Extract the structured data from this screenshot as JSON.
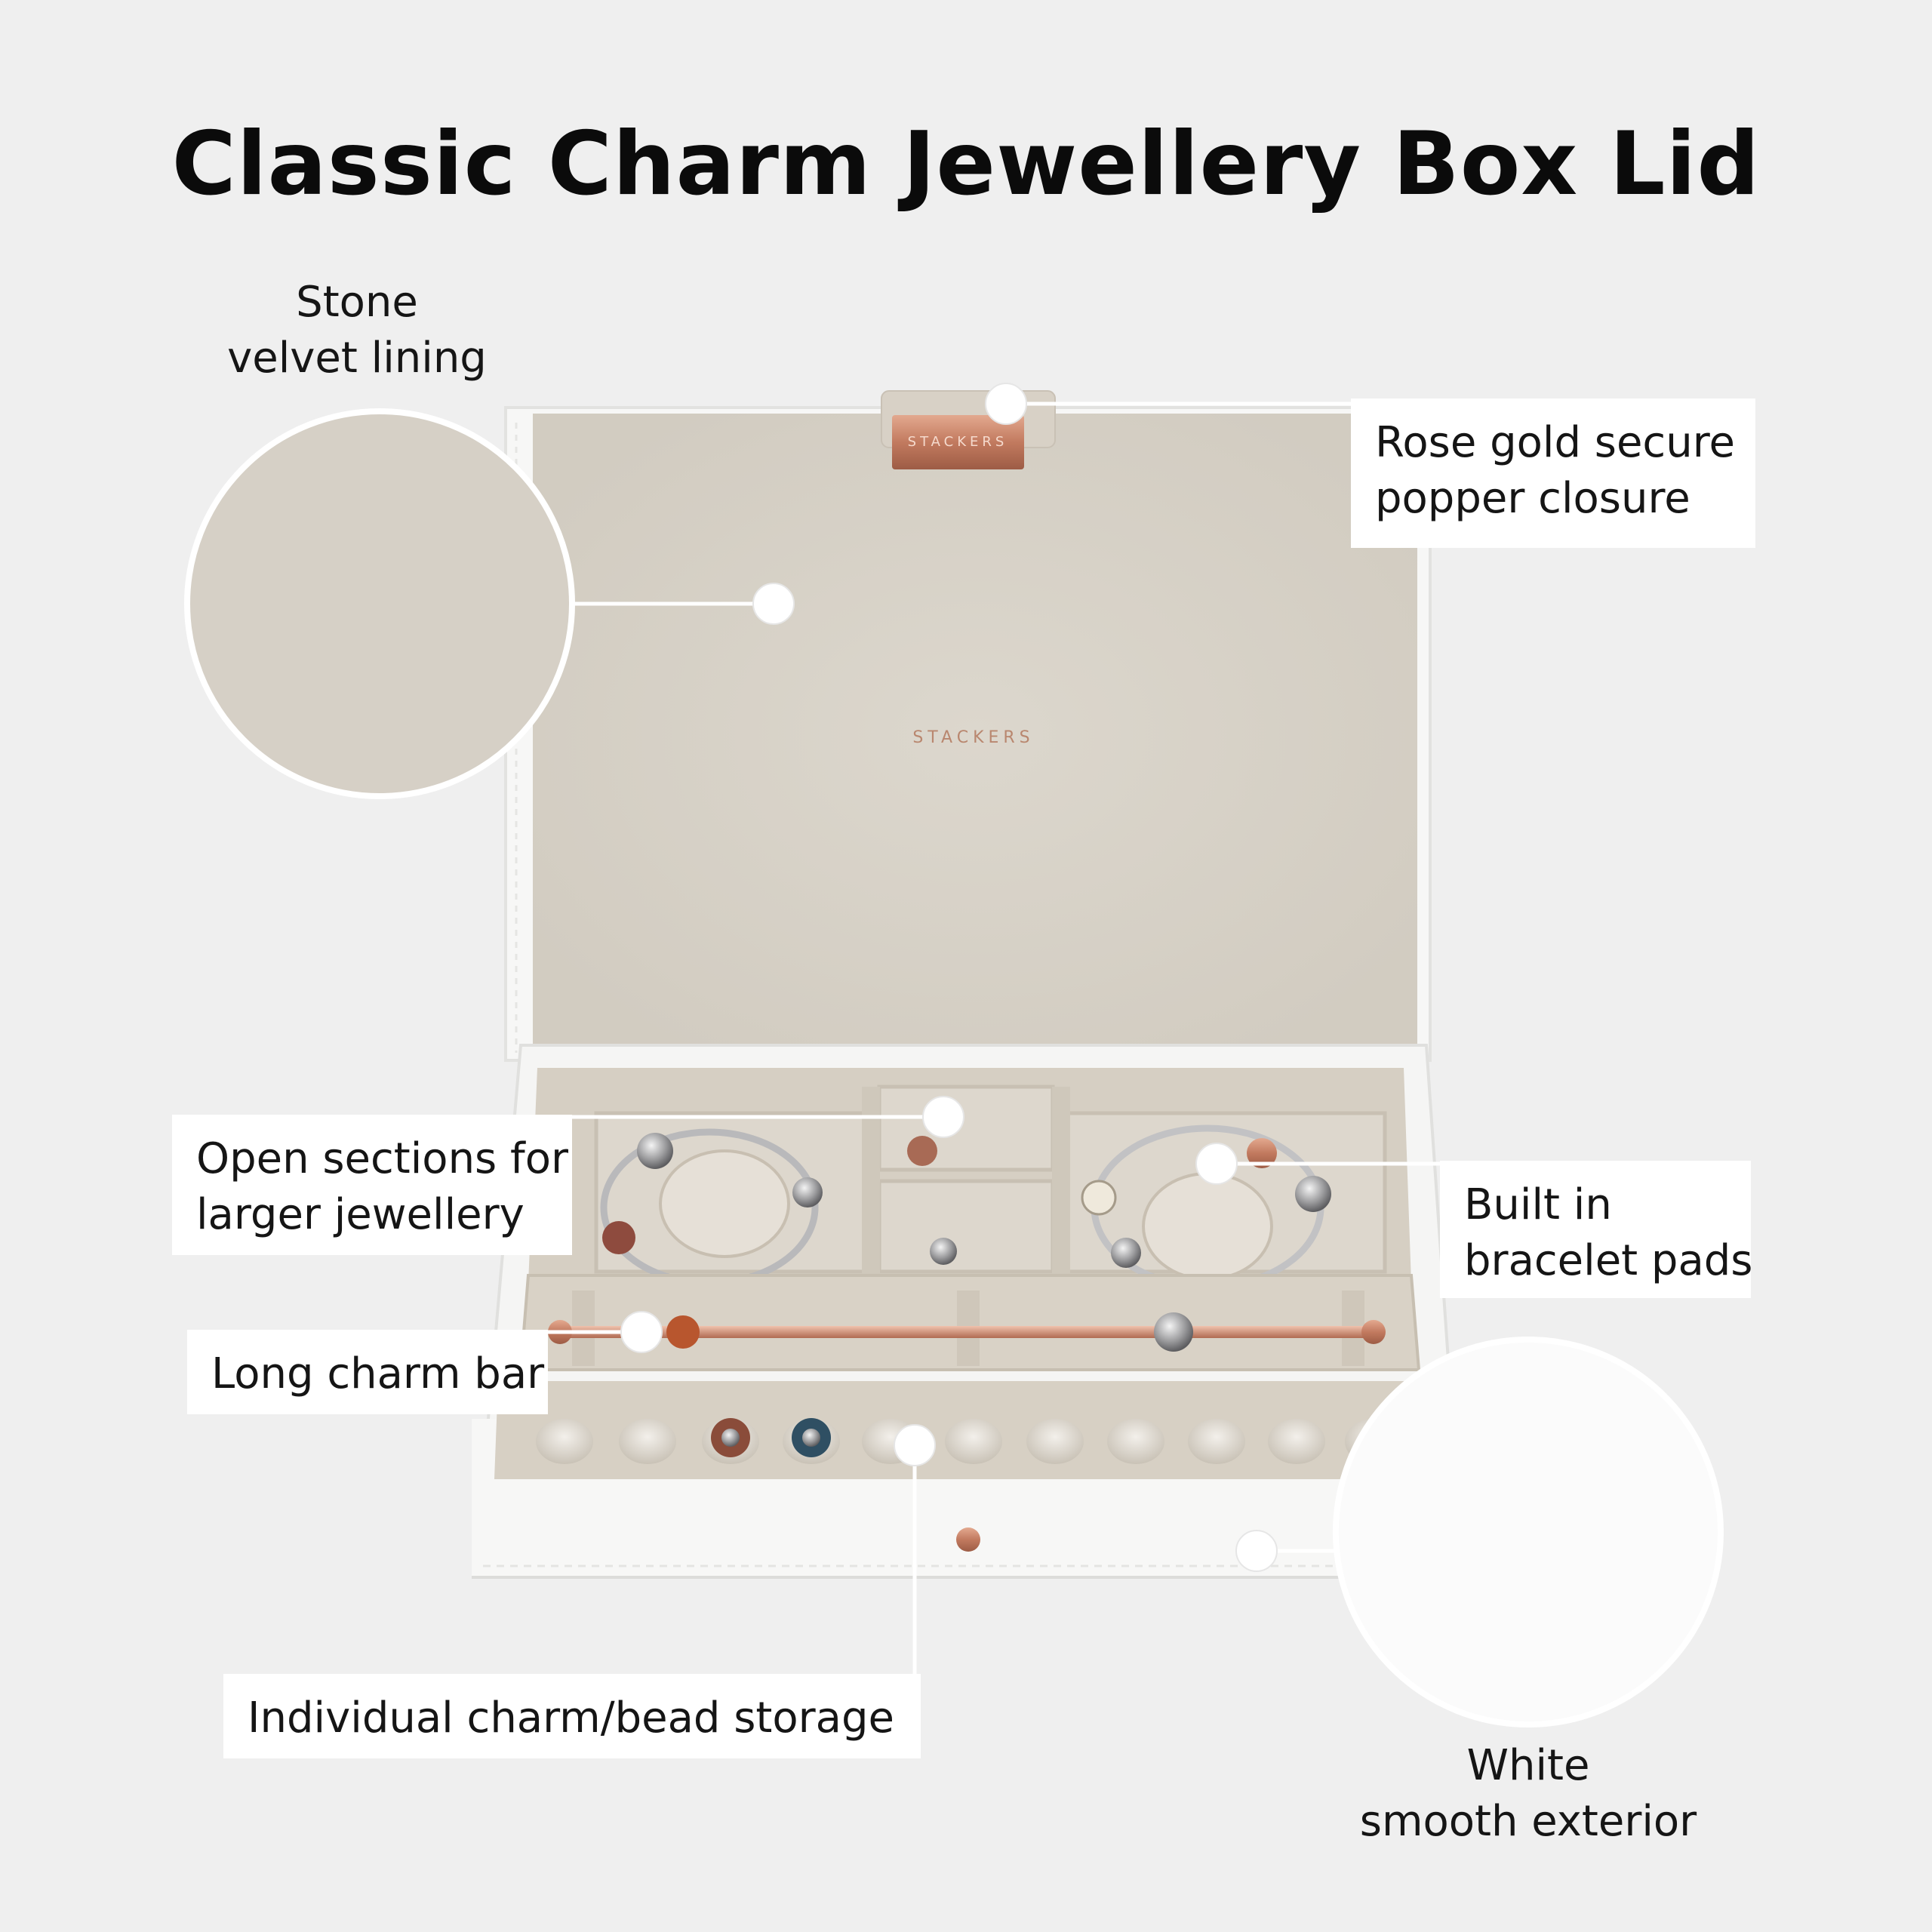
{
  "title": "Classic Charm Jewellery Box Lid",
  "brand": {
    "lid_tab": "STACKERS",
    "lining_logo": "STACKERS"
  },
  "callouts": {
    "velvet": {
      "line1": "Stone",
      "line2": "velvet lining"
    },
    "popper": {
      "line1": "Rose gold secure",
      "line2": "popper closure"
    },
    "open_sections": {
      "line1": "Open sections for",
      "line2": "larger jewellery"
    },
    "bracelet_pads": {
      "line1": "Built in",
      "line2": "bracelet pads"
    },
    "charm_bar": {
      "line1": "Long charm bar"
    },
    "bead_storage": {
      "line1": "Individual charm/bead storage"
    },
    "exterior": {
      "line1": "White",
      "line2": "smooth exterior"
    }
  },
  "colors": {
    "background": "#efefef",
    "velvet": "#d9d3c9",
    "white_shell": "#f6f6f5",
    "rose_gold": "#c98a74",
    "silver": "#a9a9ab"
  }
}
